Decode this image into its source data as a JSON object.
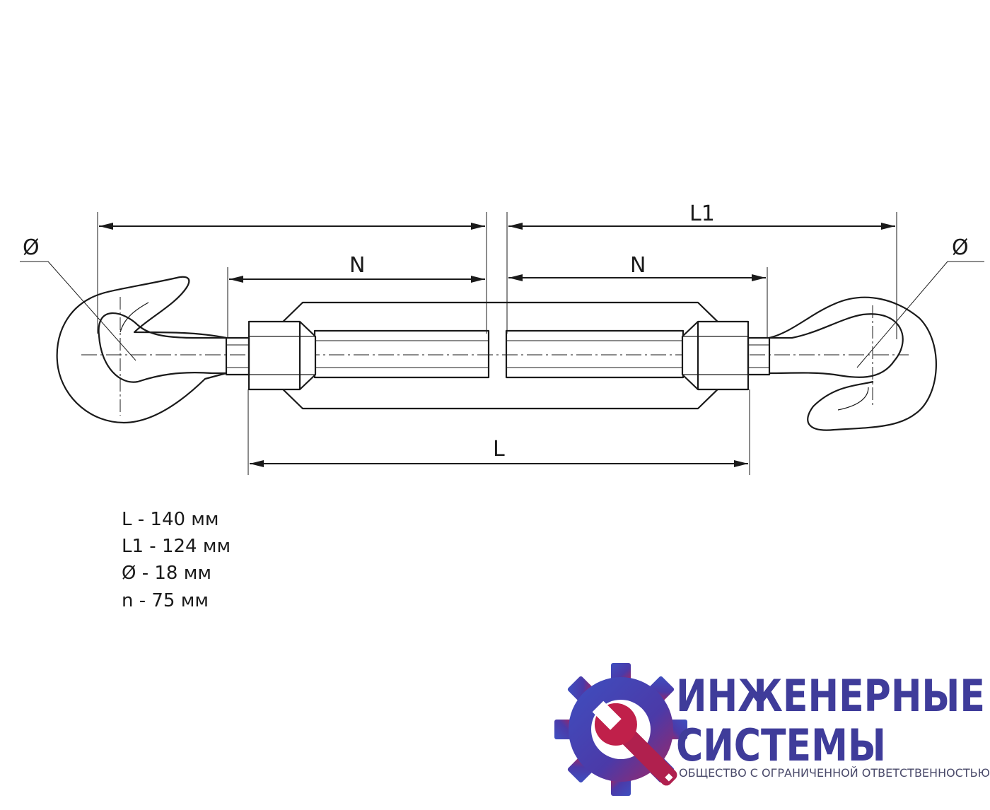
{
  "drawing": {
    "dimensions": {
      "dia_left": "Ø",
      "dia_right": "Ø",
      "l1": "L1",
      "n_left": "N",
      "n_right": "N",
      "l": "L"
    }
  },
  "specs": [
    {
      "label": "L",
      "value": "140 мм"
    },
    {
      "label": "L1",
      "value": "124 мм"
    },
    {
      "label": "Ø",
      "value": "18 мм"
    },
    {
      "label": "n",
      "value": "75 мм"
    }
  ],
  "specs_text": [
    "L - 140 мм",
    "L1 - 124 мм",
    "Ø - 18 мм",
    "n - 75 мм"
  ],
  "logo": {
    "line1": "ИНЖЕНЕРНЫЕ",
    "line2": "СИСТЕМЫ",
    "line3": "ОБЩЕСТВО С ОГРАНИЧЕННОЙ ОТВЕТСТВЕННОСТЬЮ",
    "colors": {
      "primary": "#3f3c9a",
      "gear": "#4a58b8",
      "accent": "#c0204a"
    }
  }
}
